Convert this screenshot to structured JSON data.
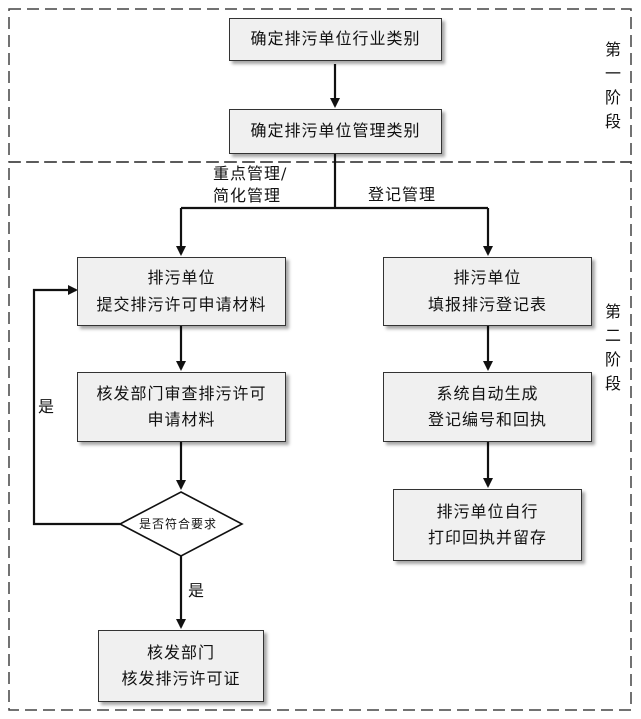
{
  "stage1": {
    "label_chars": [
      "第",
      "一",
      "阶",
      "段"
    ],
    "boxes": {
      "industry": "确定排污单位行业类别",
      "management": "确定排污单位管理类别"
    }
  },
  "stage2": {
    "label_chars": [
      "第",
      "二",
      "阶",
      "段"
    ],
    "branch_left_label": [
      "重点管理/",
      "简化管理"
    ],
    "branch_right_label": "登记管理",
    "left_flow": {
      "submit": [
        "排污单位",
        "提交排污许可申请材料"
      ],
      "review": [
        "核发部门审查排污许可",
        "申请材料"
      ],
      "decision": "是否符合要求",
      "loop_yes": "是",
      "down_yes": "是",
      "issue": [
        "核发部门",
        "核发排污许可证"
      ]
    },
    "right_flow": {
      "fill": [
        "排污单位",
        "填报排污登记表"
      ],
      "auto": [
        "系统自动生成",
        "登记编号和回执"
      ],
      "print": [
        "排污单位自行",
        "打印回执并留存"
      ]
    }
  }
}
